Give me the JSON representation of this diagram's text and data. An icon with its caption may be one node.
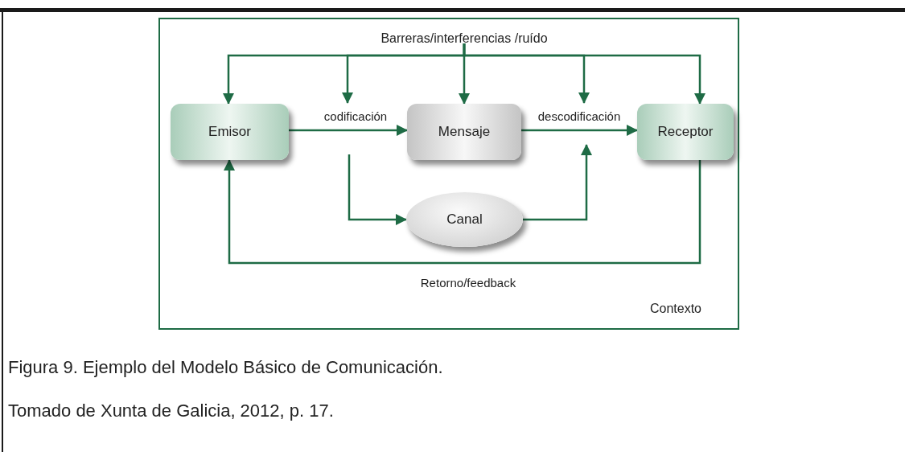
{
  "diagram": {
    "caption": "Figura 9. Ejemplo del Modelo Básico de Comunicación.",
    "nodes": [
      {
        "text": [
          "Contexto"
        ]
      },
      {
        "text": [
          "Barreras/interferencias /ruído"
        ],
        "in": 0
      },
      {
        "text": [
          "Emisor"
        ],
        "in": 0
      },
      {
        "text": [
          "Mensaje"
        ],
        "in": 0
      },
      {
        "text": [
          "Receptor"
        ],
        "in": 0
      },
      {
        "text": [
          "Canal"
        ],
        "in": 0
      }
    ],
    "edges": [
      {
        "from": 1,
        "to": 2,
        "arrow": "to"
      },
      {
        "from": 1,
        "to": null,
        "arrow": "to"
      },
      {
        "from": 1,
        "to": 3,
        "arrow": "to"
      },
      {
        "from": 1,
        "to": null,
        "arrow": "to"
      },
      {
        "from": 1,
        "to": 4,
        "arrow": "to"
      },
      {
        "from": 2,
        "to": 3,
        "arrow": "to",
        "label": "codificación"
      },
      {
        "from": 3,
        "to": 4,
        "arrow": "to",
        "label": "descodificación"
      },
      {
        "from": null,
        "to": 5,
        "arrow": "to"
      },
      {
        "from": 5,
        "to": null,
        "arrow": "to"
      },
      {
        "from": 4,
        "to": 2,
        "arrow": "to",
        "label": "Retorno/feedback"
      }
    ],
    "labels": [
      "Tomado de Xunta de Galicia, 2012, p. 17."
    ]
  }
}
